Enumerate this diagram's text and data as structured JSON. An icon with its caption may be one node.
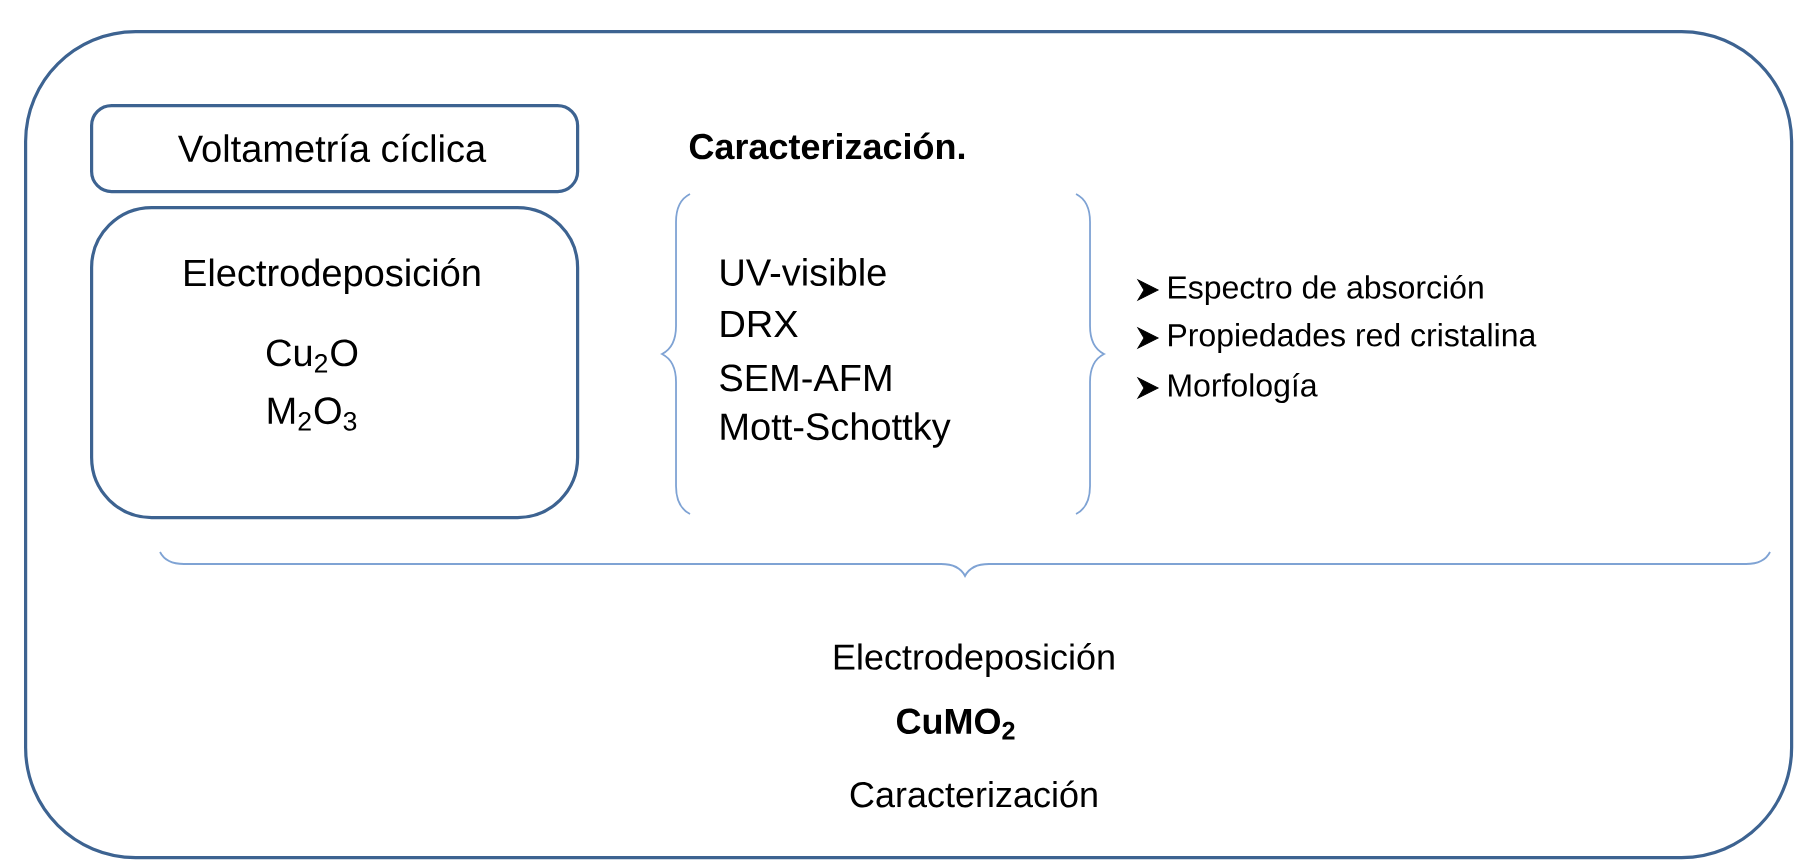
{
  "diagram": {
    "nodes": [
      {
        "text": [],
        "shape": "box"
      },
      {
        "text": [
          "Voltametría cíclica"
        ],
        "in": 0
      },
      {
        "text": [
          "Electrodeposición",
          "Cu$_{2}$O",
          "M$_{2}$O$_{3}$"
        ],
        "in": 0
      }
    ],
    "labels": [
      "Caracterización.",
      "UV-visible",
      "DRX",
      "SEM-AFM",
      "Mott-Schottky",
      "Espectro de absorción",
      "Propiedades red cristalina",
      "Morfología",
      "Electrodeposición",
      "CuMO$_{2}$",
      "Caracterización"
    ]
  }
}
